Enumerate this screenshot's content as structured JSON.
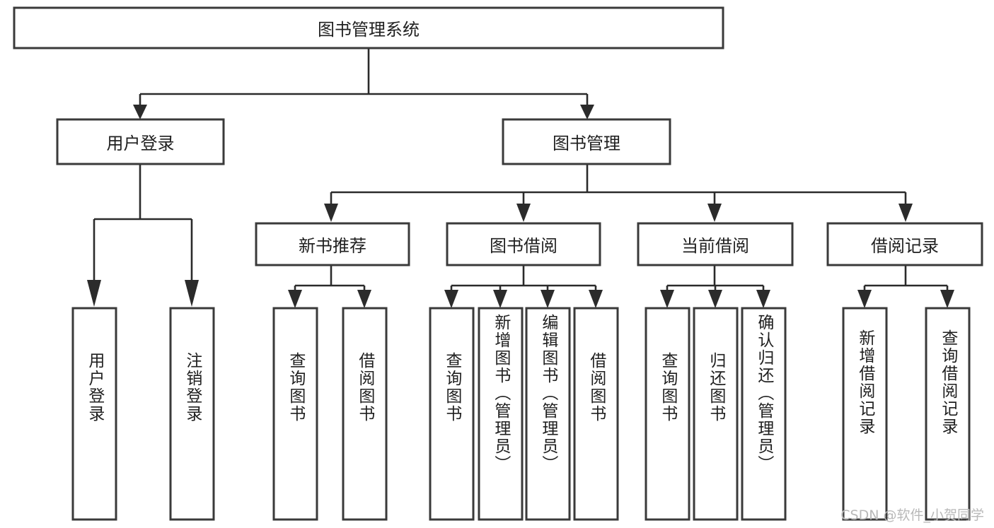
{
  "diagram": {
    "title": "图书管理系统",
    "type": "tree-hierarchy-chart",
    "orientation": "top-down",
    "colors": {
      "box_stroke": "#3a3a3a",
      "box_fill": "#ffffff",
      "connector": "#2b2b2b",
      "text": "#1f1f1f",
      "background": "#ffffff",
      "watermark": "#b9b9b9"
    },
    "root": {
      "id": "root",
      "label": "图书管理系统",
      "orientation": "horizontal"
    },
    "level2": [
      {
        "id": "user-login",
        "label": "用户登录",
        "orientation": "horizontal"
      },
      {
        "id": "book-manage",
        "label": "图书管理",
        "orientation": "horizontal"
      }
    ],
    "level3": [
      {
        "id": "new-book-rec",
        "label": "新书推荐",
        "orientation": "horizontal",
        "parent": "book-manage"
      },
      {
        "id": "book-borrow",
        "label": "图书借阅",
        "orientation": "horizontal",
        "parent": "book-manage"
      },
      {
        "id": "current-borrow",
        "label": "当前借阅",
        "orientation": "horizontal",
        "parent": "book-manage"
      },
      {
        "id": "borrow-record",
        "label": "借阅记录",
        "orientation": "horizontal",
        "parent": "book-manage"
      }
    ],
    "leaves": [
      {
        "id": "leaf-user-login",
        "label": "用户登录",
        "orientation": "vertical",
        "parent": "user-login"
      },
      {
        "id": "leaf-logout",
        "label": "注销登录",
        "orientation": "vertical",
        "parent": "user-login"
      },
      {
        "id": "leaf-query-books-1",
        "label": "查询图书",
        "orientation": "vertical",
        "parent": "new-book-rec"
      },
      {
        "id": "leaf-borrow-books-1",
        "label": "借阅图书",
        "orientation": "vertical",
        "parent": "new-book-rec"
      },
      {
        "id": "leaf-query-books-2",
        "label": "查询图书",
        "orientation": "vertical",
        "parent": "book-borrow"
      },
      {
        "id": "leaf-add-book",
        "label": "新增图书（管理员）",
        "orientation": "vertical",
        "parent": "book-borrow"
      },
      {
        "id": "leaf-edit-book",
        "label": "编辑图书（管理员）",
        "orientation": "vertical",
        "parent": "book-borrow"
      },
      {
        "id": "leaf-borrow-books-2",
        "label": "借阅图书",
        "orientation": "vertical",
        "parent": "book-borrow"
      },
      {
        "id": "leaf-query-books-3",
        "label": "查询图书",
        "orientation": "vertical",
        "parent": "current-borrow"
      },
      {
        "id": "leaf-return-book",
        "label": "归还图书",
        "orientation": "vertical",
        "parent": "current-borrow"
      },
      {
        "id": "leaf-confirm-return",
        "label": "确认归还（管理员）",
        "orientation": "vertical",
        "parent": "current-borrow"
      },
      {
        "id": "leaf-add-record",
        "label": "新增借阅记录",
        "orientation": "vertical",
        "parent": "borrow-record"
      },
      {
        "id": "leaf-query-record",
        "label": "查询借阅记录",
        "orientation": "vertical",
        "parent": "borrow-record"
      }
    ],
    "watermark": "CSDN @软件_小贺同学"
  }
}
